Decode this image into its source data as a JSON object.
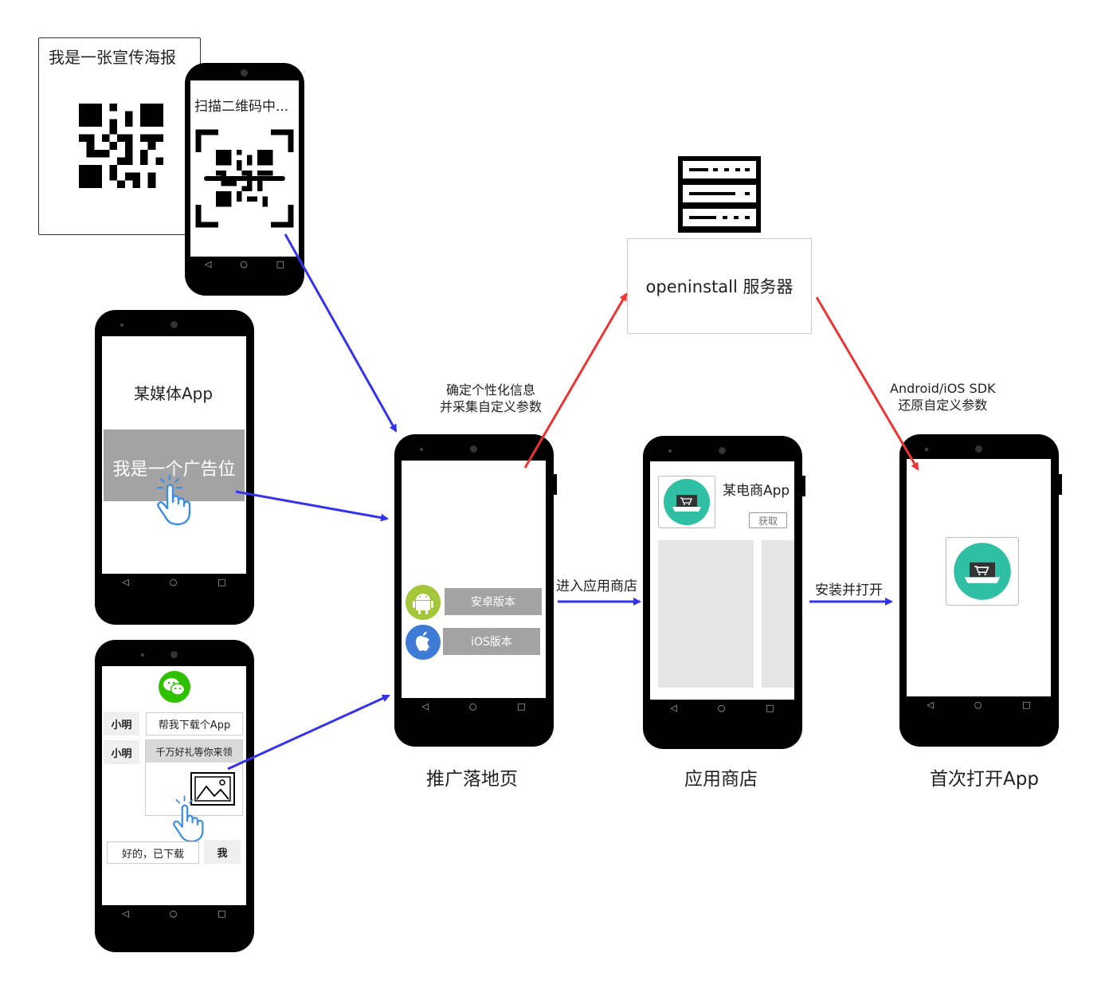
{
  "poster": {
    "title": "我是一张宣传海报"
  },
  "scan_phone": {
    "text": "扫描二维码中..."
  },
  "media_phone": {
    "app_title": "某媒体App",
    "ad_text": "我是一个广告位"
  },
  "wechat_phone": {
    "sender": "小明",
    "msg1": "帮我下载个App",
    "msg2": "千万好礼等你来领",
    "reply": "好的，已下载",
    "me": "我"
  },
  "landing_phone": {
    "android_btn": "安卓版本",
    "ios_btn": "iOS版本",
    "caption": "推广落地页"
  },
  "store_phone": {
    "app_name": "某电商App",
    "get_btn": "获取",
    "caption": "应用商店"
  },
  "open_phone": {
    "caption": "首次打开App"
  },
  "server": {
    "label": "openinstall 服务器"
  },
  "annotations": {
    "collect_line1": "确定个性化信息",
    "collect_line2": "并采集自定义参数",
    "restore_line1": "Android/iOS SDK",
    "restore_line2": "还原自定义参数",
    "enter_store": "进入应用商店",
    "install_open": "安装并打开"
  },
  "nav_glyphs": {
    "back": "◁",
    "home": "○",
    "recent": "□"
  },
  "colors": {
    "blue_arrow": "#3333ee",
    "red_arrow": "#ee3333",
    "android_green": "#a4c639",
    "ios_blue": "#3d7bd6",
    "app_teal": "#2ebfa5",
    "wechat_green": "#2dc100",
    "touch_blue": "#3a8ee6"
  }
}
